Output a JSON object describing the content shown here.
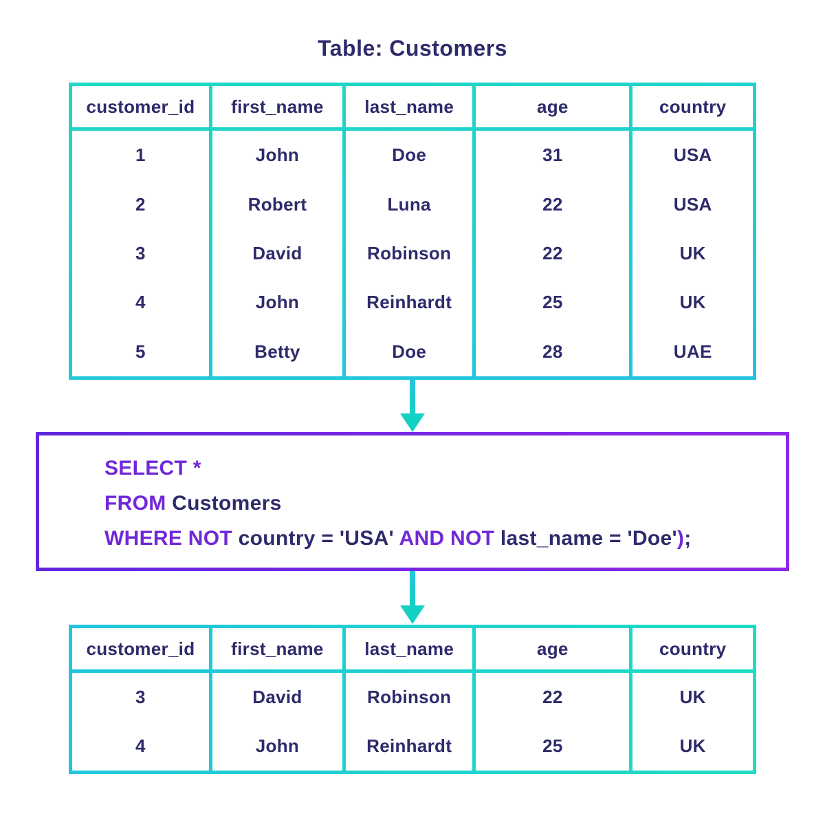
{
  "page": {
    "background": "#ffffff"
  },
  "colors": {
    "text_navy": "#2e2b6b",
    "table_border_cyan_start": "#1fd9c3",
    "table_border_cyan_end": "#23c2e2",
    "arrow_teal": "#12d1c4",
    "sql_border_purple_start": "#6126de",
    "sql_border_purple_end": "#8e27e8",
    "sql_keyword_purple": "#7128d8"
  },
  "title": "Table: Customers",
  "source_table": {
    "columns": [
      "customer_id",
      "first_name",
      "last_name",
      "age",
      "country"
    ],
    "rows": [
      [
        "1",
        "John",
        "Doe",
        "31",
        "USA"
      ],
      [
        "2",
        "Robert",
        "Luna",
        "22",
        "USA"
      ],
      [
        "3",
        "David",
        "Robinson",
        "22",
        "UK"
      ],
      [
        "4",
        "John",
        "Reinhardt",
        "25",
        "UK"
      ],
      [
        "5",
        "Betty",
        "Doe",
        "28",
        "UAE"
      ]
    ]
  },
  "sql_query": {
    "full_text": "SELECT * FROM Customers WHERE NOT country = 'USA' AND NOT last_name = 'Doe');",
    "lines": [
      [
        {
          "text": "SELECT *",
          "type": "keyword"
        }
      ],
      [
        {
          "text": "FROM",
          "type": "keyword"
        },
        {
          "text": " Customers",
          "type": "plain"
        }
      ],
      [
        {
          "text": "WHERE NOT",
          "type": "keyword"
        },
        {
          "text": " country = 'USA' ",
          "type": "plain"
        },
        {
          "text": "AND NOT",
          "type": "keyword"
        },
        {
          "text": " last_name = 'Doe'",
          "type": "plain"
        },
        {
          "text": ")",
          "type": "keyword"
        },
        {
          "text": ";",
          "type": "plain"
        }
      ]
    ]
  },
  "result_table": {
    "columns": [
      "customer_id",
      "first_name",
      "last_name",
      "age",
      "country"
    ],
    "rows": [
      [
        "3",
        "David",
        "Robinson",
        "22",
        "UK"
      ],
      [
        "4",
        "John",
        "Reinhardt",
        "25",
        "UK"
      ]
    ]
  }
}
